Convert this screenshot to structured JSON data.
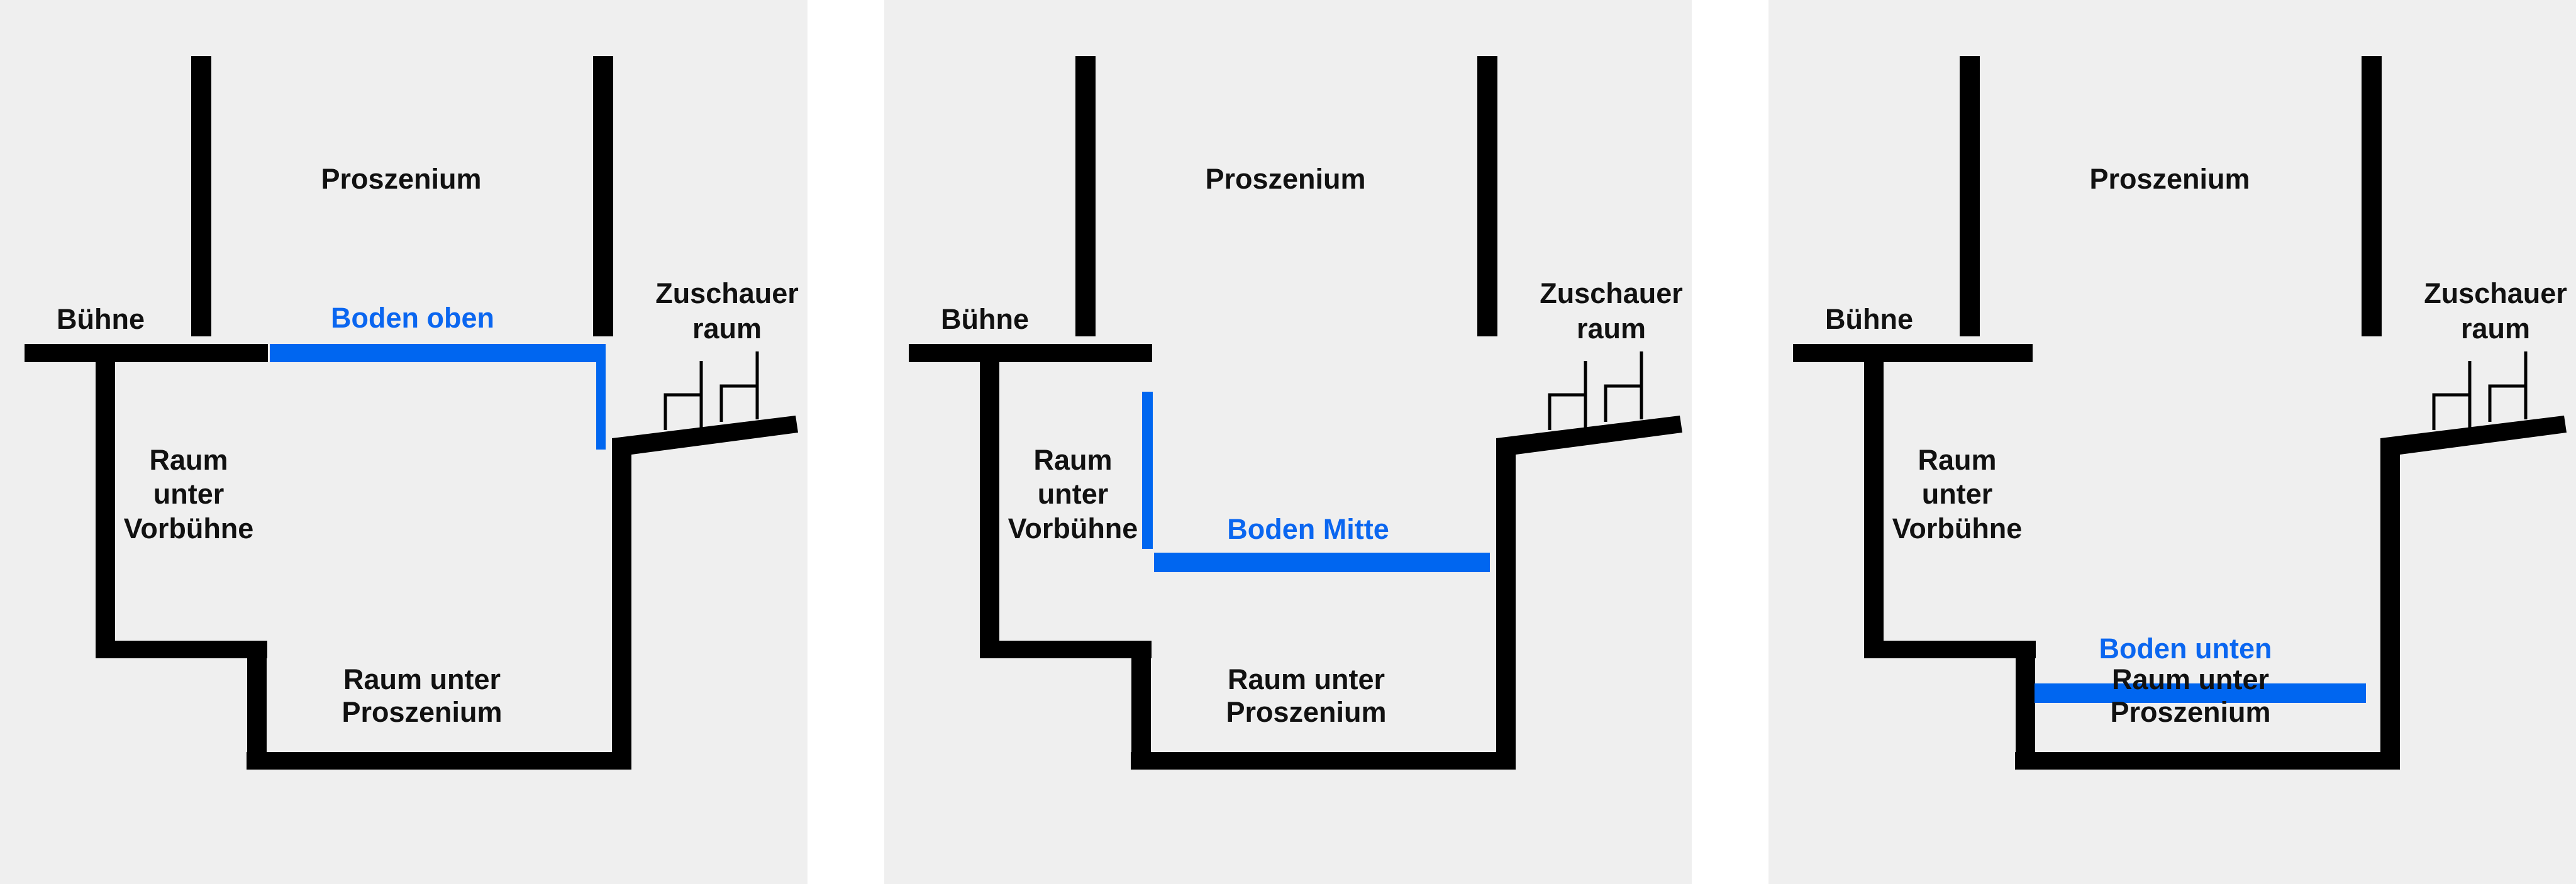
{
  "colors": {
    "background": "#efefef",
    "walls": "#000000",
    "highlight": "#0066f0"
  },
  "panels": [
    {
      "labels": {
        "proszenium": "Proszenium",
        "buehne": "Bühne",
        "zuschauer_1": "Zuschauer",
        "zuschauer_2": "raum",
        "vorbuehne_1": "Raum",
        "vorbuehne_2": "unter",
        "vorbuehne_3": "Vorbühne",
        "unter_prosz_1": "Raum unter",
        "unter_prosz_2": "Proszenium",
        "floor": "Boden oben"
      },
      "floor_position": "oben"
    },
    {
      "labels": {
        "proszenium": "Proszenium",
        "buehne": "Bühne",
        "zuschauer_1": "Zuschauer",
        "zuschauer_2": "raum",
        "vorbuehne_1": "Raum",
        "vorbuehne_2": "unter",
        "vorbuehne_3": "Vorbühne",
        "unter_prosz_1": "Raum unter",
        "unter_prosz_2": "Proszenium",
        "floor": "Boden Mitte"
      },
      "floor_position": "mitte"
    },
    {
      "labels": {
        "proszenium": "Proszenium",
        "buehne": "Bühne",
        "zuschauer_1": "Zuschauer",
        "zuschauer_2": "raum",
        "vorbuehne_1": "Raum",
        "vorbuehne_2": "unter",
        "vorbuehne_3": "Vorbühne",
        "unter_prosz_1": "Raum unter",
        "unter_prosz_2": "Proszenium",
        "floor": "Boden unten"
      },
      "floor_position": "unten"
    }
  ]
}
